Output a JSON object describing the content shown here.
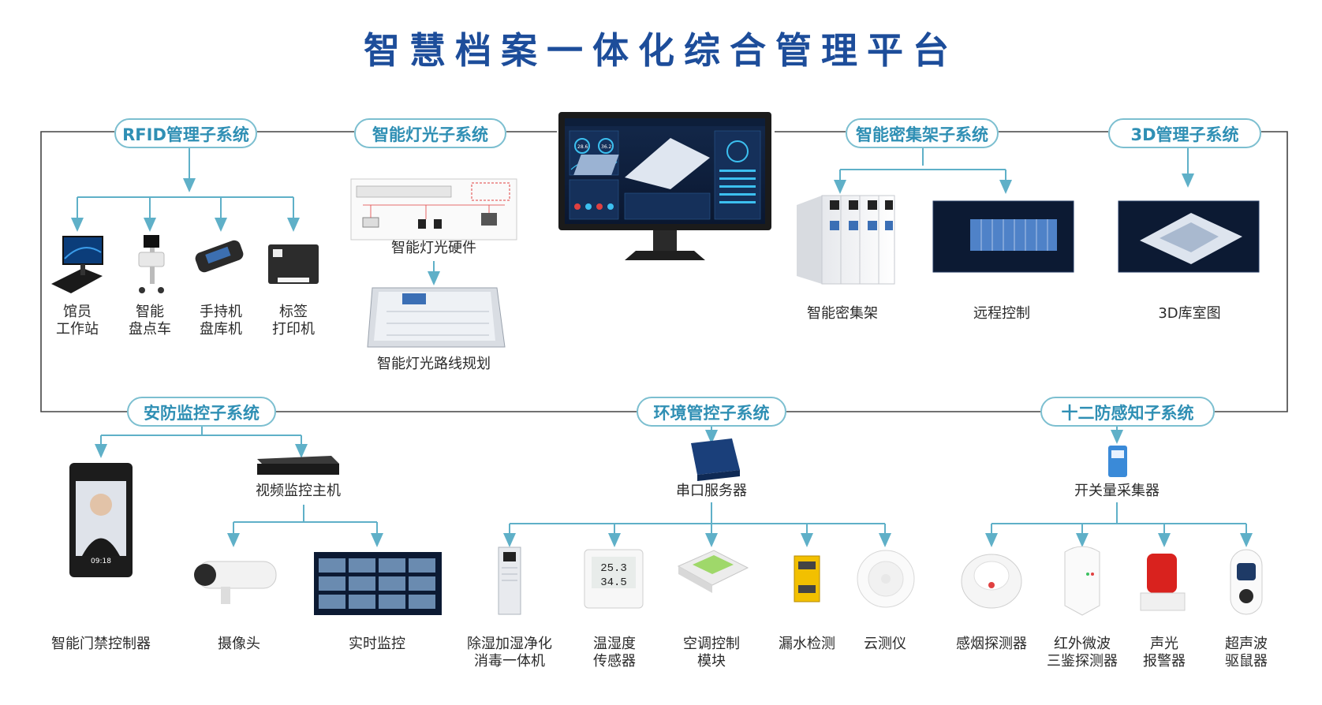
{
  "title": "智慧档案一体化综合管理平台",
  "subsystems": {
    "rfid": "RFID管理子系统",
    "lighting": "智能灯光子系统",
    "shelf": "智能密集架子系统",
    "mgmt3d": "3D管理子系统",
    "security": "安防监控子系统",
    "environment": "环境管控子系统",
    "sensing": "十二防感知子系统"
  },
  "devices": {
    "workstation": [
      "馆员",
      "工作站"
    ],
    "inventory_cart": [
      "智能",
      "盘点车"
    ],
    "handheld": [
      "手持机",
      "盘库机"
    ],
    "printer": [
      "标签",
      "打印机"
    ],
    "lighting_hw": "智能灯光硬件",
    "lighting_route": "智能灯光路线规划",
    "dense_shelf": "智能密集架",
    "remote_control": "远程控制",
    "vault_3d": "3D库室图",
    "access_control": "智能门禁控制器",
    "video_host": "视频监控主机",
    "camera": "摄像头",
    "live_monitor": "实时监控",
    "serial_server": "串口服务器",
    "purifier": [
      "除湿加湿净化",
      "消毒一体机"
    ],
    "th_sensor": [
      "温湿度",
      "传感器"
    ],
    "ac_module": [
      "空调控制",
      "模块"
    ],
    "leak_detect": "漏水检测",
    "cloud_meter": "云测仪",
    "switch_collector": "开关量采集器",
    "smoke_detector": "感烟探测器",
    "ir_detector": [
      "红外微波",
      "三鉴探测器"
    ],
    "alarm": [
      "声光",
      "报警器"
    ],
    "repeller": [
      "超声波",
      "驱鼠器"
    ]
  },
  "screen_values": {
    "temp": "28.6",
    "hum": "36.2",
    "clock": "09:18",
    "th_temp": "25.3",
    "th_hum": "34.5"
  },
  "colors": {
    "title": "#1d4d9a",
    "pill_border": "#7cbfd0",
    "pill_text": "#2f8fb4",
    "arrow": "#5fb0c8",
    "frame": "#444444"
  }
}
